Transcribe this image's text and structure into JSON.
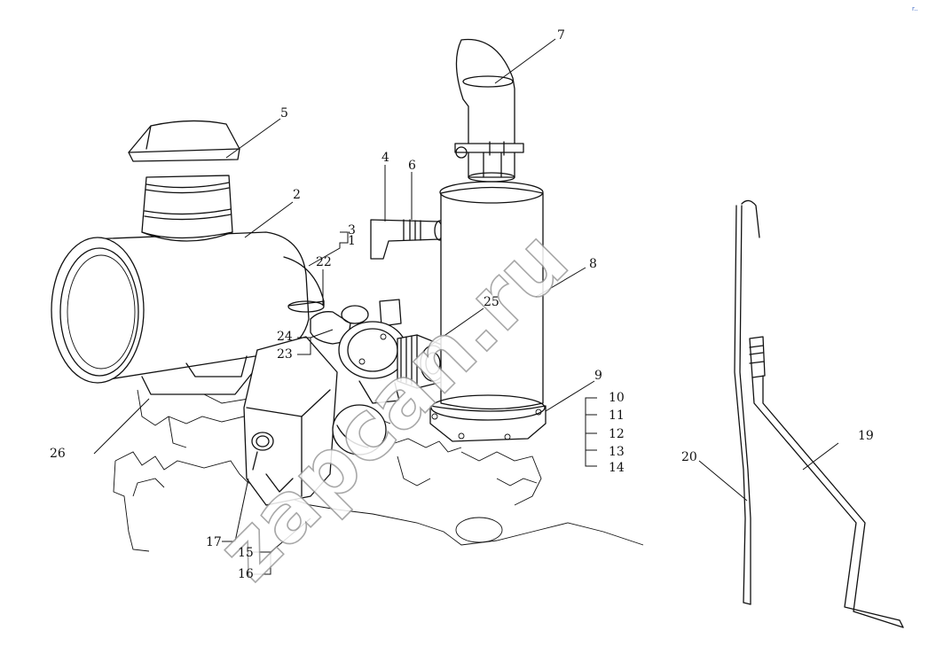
{
  "watermark": "zapcan.ru",
  "corner_mark": "r..",
  "callouts": {
    "c1": "1",
    "c2": "2",
    "c3": "3",
    "c4": "4",
    "c5": "5",
    "c6": "6",
    "c7": "7",
    "c8": "8",
    "c9": "9",
    "c10": "10",
    "c11": "11",
    "c12": "12",
    "c13": "13",
    "c14": "14",
    "c15": "15",
    "c16": "16",
    "c17": "17",
    "c19": "19",
    "c20": "20",
    "c22": "22",
    "c23": "23",
    "c24": "24",
    "c25": "25",
    "c26": "26"
  }
}
